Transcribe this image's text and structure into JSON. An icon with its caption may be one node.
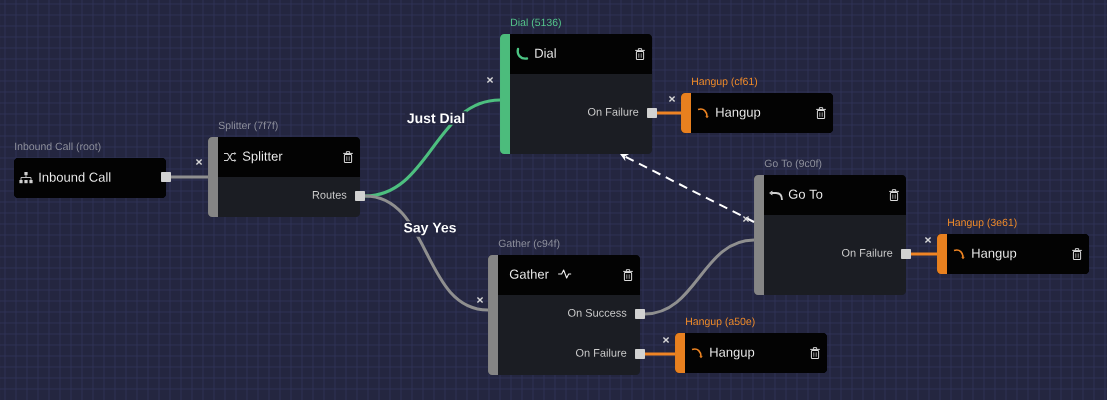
{
  "diagram": {
    "nodes": [
      {
        "text": [
          "Inbound Call (root)",
          "Inbound Call"
        ]
      },
      {
        "text": [
          "Splitter (7f7f)",
          "Splitter",
          "Routes"
        ]
      },
      {
        "text": [
          "Dial (5136)",
          "Dial",
          "On Failure"
        ]
      },
      {
        "text": [
          "Hangup (cf61)",
          "Hangup"
        ]
      },
      {
        "text": [
          "Go To (9c0f)",
          "Go To",
          "On Failure"
        ]
      },
      {
        "text": [
          "Hangup (3e61)",
          "Hangup"
        ]
      },
      {
        "text": [
          "Gather (c94f)",
          "Gather",
          "On Success",
          "On Failure"
        ]
      },
      {
        "text": [
          "Hangup (a50e)",
          "Hangup"
        ]
      }
    ],
    "edges": [
      {
        "from": 0,
        "to": 1,
        "arrow": "none"
      },
      {
        "from": 1,
        "to": 2,
        "arrow": "none",
        "label": "Just Dial",
        "color": "#4dbf7f"
      },
      {
        "from": 1,
        "to": 6,
        "arrow": "none",
        "label": "Say Yes"
      },
      {
        "from": 2,
        "to": 3,
        "arrow": "none",
        "color": "#f08424"
      },
      {
        "from": 4,
        "to": 2,
        "arrow": "to",
        "style": "dashed",
        "color": "#ffffff"
      },
      {
        "from": 4,
        "to": 5,
        "arrow": "none",
        "color": "#f08424"
      },
      {
        "from": 6,
        "to": 4,
        "arrow": "none"
      },
      {
        "from": 6,
        "to": 7,
        "arrow": "none",
        "color": "#f08424"
      }
    ]
  }
}
